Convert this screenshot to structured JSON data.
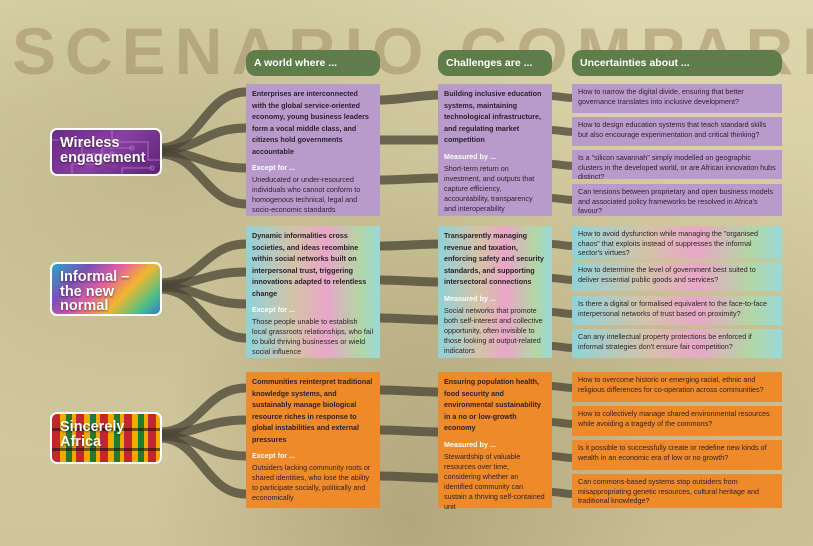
{
  "title": "SCENARIO COMPARISONS",
  "headers": {
    "col1": "A world where ...",
    "col2": "Challenges are ...",
    "col3": "Uncertainties about ..."
  },
  "scenarios": [
    {
      "name": "Wireless engagement",
      "world": "Enterprises are interconnected with the global service-oriented economy, young business leaders form a vocal middle class, and citizens hold governments accountable",
      "except_label": "Except for ...",
      "except": "Uneducated or under-resourced individuals who cannot conform to homogenous technical, legal and socio-economic standards",
      "challenge": "Building inclusive education systems, maintaining technological infrastructure, and regulating market competition",
      "measured_label": "Measured by ...",
      "measured": "Short-term return on investment, and outputs that capture efficiency, accountability, transparency and interoperability",
      "uncertainties": [
        "How to narrow the digital divide, ensuring that better governance translates into inclusive development?",
        "How to design education systems that teach standard skills but also encourage experimentation and critical thinking?",
        "Is a \"silicon savannah\" simply modelled on geographic clusters in the developed world, or are African innovation hubs distinct?",
        "Can tensions between proprietary and open business models and associated policy frameworks be resolved in Africa's favour?"
      ]
    },
    {
      "name": "Informal – the new normal",
      "world": "Dynamic informalities cross societies, and ideas recombine within social networks built on interpersonal trust, triggering innovations adapted to relentless change",
      "except_label": "Except for ...",
      "except": "Those people unable to establish local grassroots relationships, who fail to build thriving businesses or wield social influence",
      "challenge": "Transparently managing revenue and taxation, enforcing safety and security standards, and supporting intersectoral connections",
      "measured_label": "Measured by ...",
      "measured": "Social networks that promote both self-interest and collective opportunity, often invisible to those looking at output-related indicators",
      "uncertainties": [
        "How to avoid dysfunction while managing the \"organised chaos\" that exploits instead of suppresses the informal sector's virtues?",
        "How to determine the level of government best suited to deliver essential public goods and services?",
        "Is there a digital or formalised equivalent to the face-to-face interpersonal networks of trust based on proximity?",
        "Can any intellectual property protections be enforced if informal strategies don't ensure fair competition?"
      ]
    },
    {
      "name": "Sincerely Africa",
      "world": "Communities reinterpret traditional knowledge systems, and sustainably manage biological resource riches in response to global instabilities and external pressures",
      "except_label": "Except for ...",
      "except": "Outsiders lacking community roots or shared identities, who lose the ability to participate socially, politically and economically",
      "challenge": "Ensuring population health, food security and environmental sustainability in a no or low-growth economy",
      "measured_label": "Measured by ...",
      "measured": "Stewardship of valuable resources over time, considering whether an identified community can sustain a thriving self-contained unit",
      "uncertainties": [
        "How to overcome historic or emerging racial, ethnic and religious differences for co-operation across communities?",
        "How to collectively manage shared environmental resources while avoiding a tragedy of the commons?",
        "Is it possible to successfully create or redefine new kinds of wealth in an economic era of low or no growth?",
        "Can commons-based systems stop outsiders from misappropriating genetic resources, cultural heritage and traditional knowledge?"
      ]
    }
  ]
}
